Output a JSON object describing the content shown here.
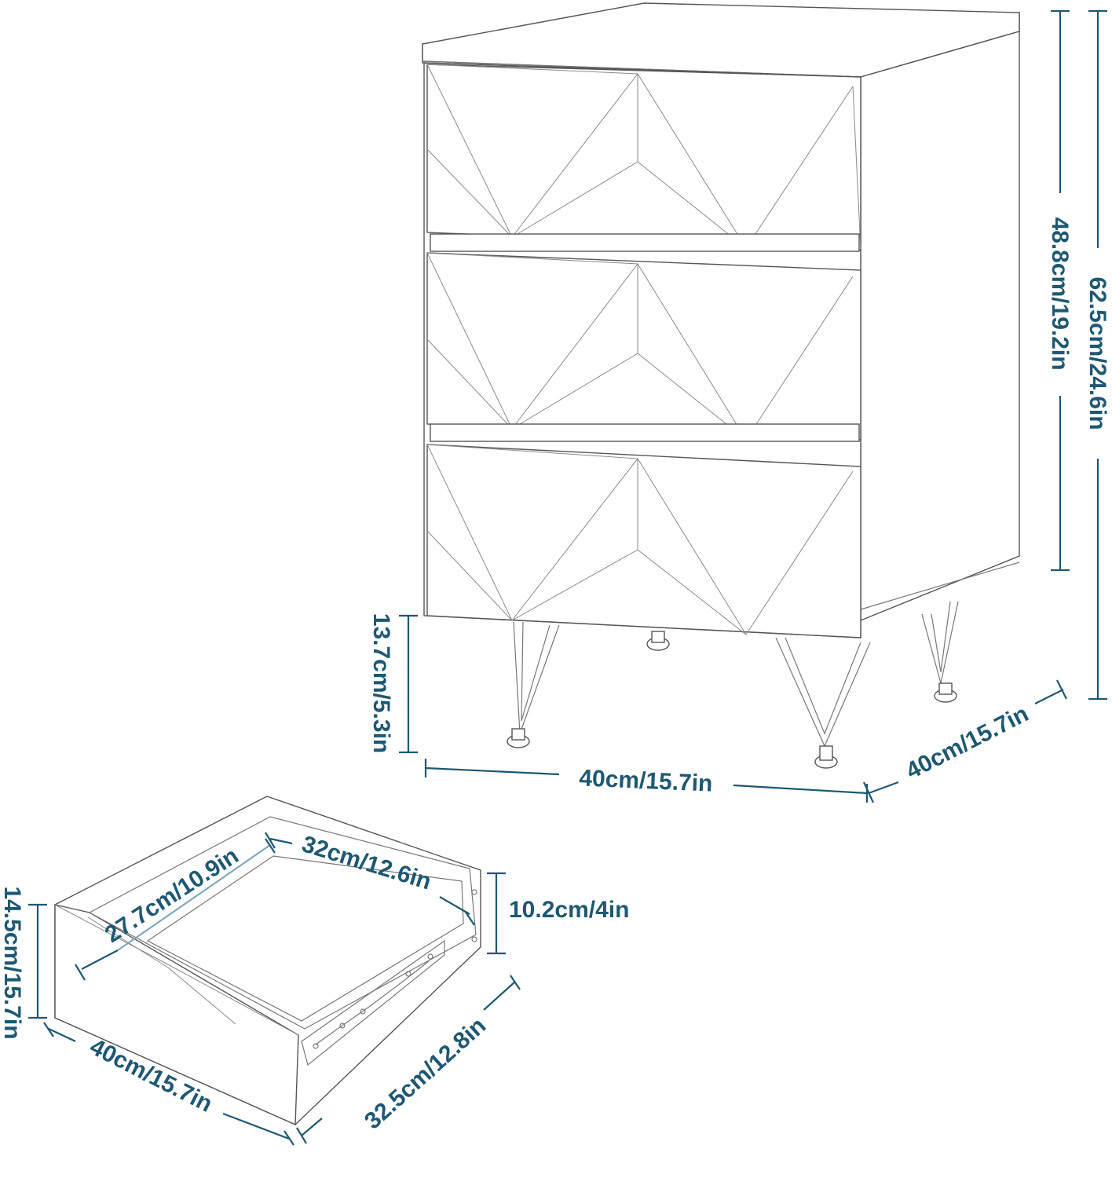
{
  "nightstand": {
    "total_height": "62.5cm/24.6in",
    "body_height": "48.8cm/19.2in",
    "leg_height": "13.7cm/5.3in",
    "width": "40cm/15.7in",
    "depth": "40cm/15.7in"
  },
  "drawer": {
    "inner_width": "32cm/12.6in",
    "inner_depth": "27.7cm/10.9in",
    "inner_height": "10.2cm/4in",
    "front_height": "14.5cm/15.7in",
    "front_width": "40cm/15.7in",
    "outer_depth": "32.5cm/12.8in"
  },
  "colors": {
    "dimension": "#1e5873",
    "dimension_light": "#6f9cb2",
    "outline": "#555555",
    "background": "#ffffff"
  }
}
